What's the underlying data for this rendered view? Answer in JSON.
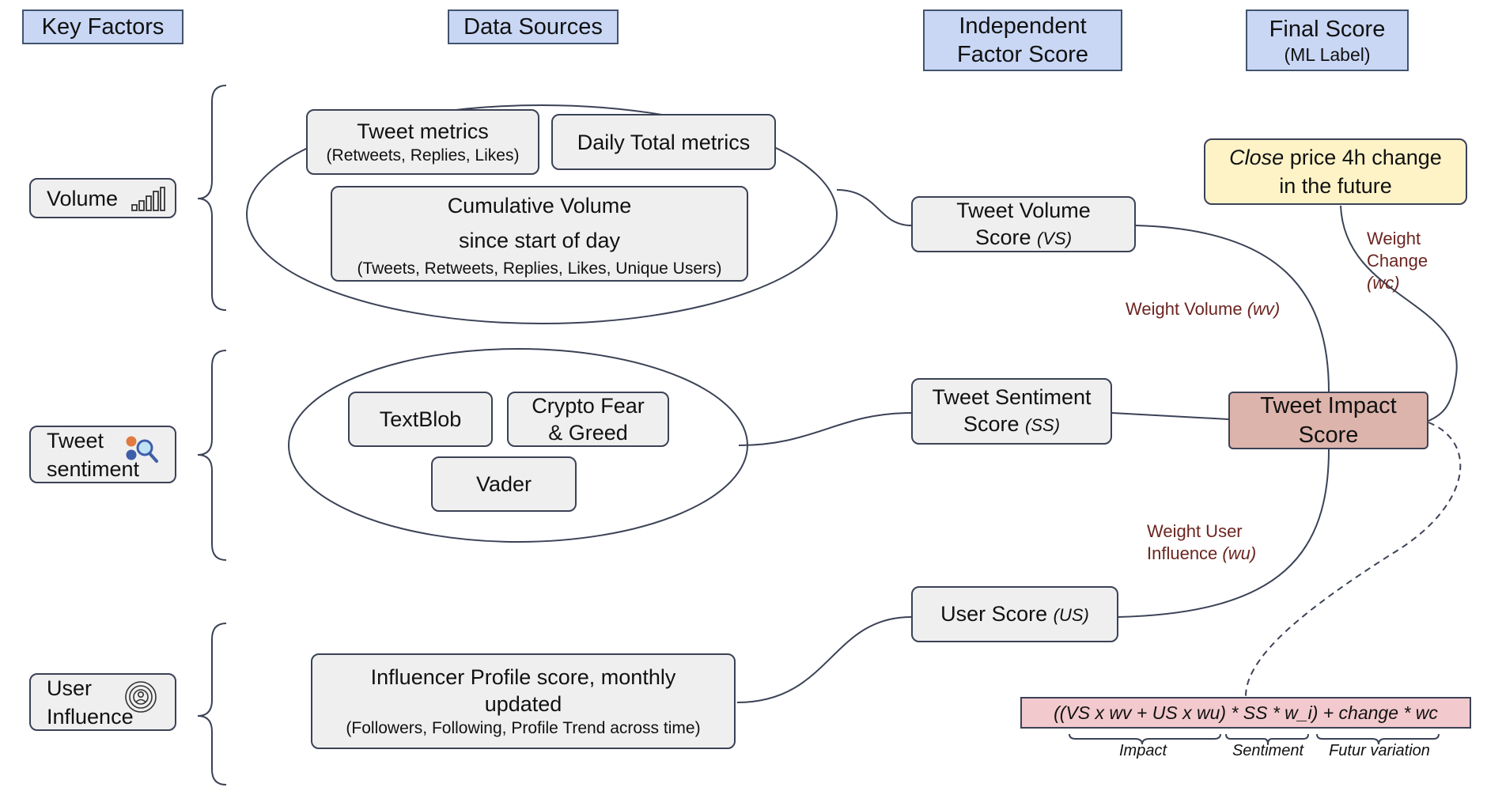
{
  "headers": {
    "key_factors": "Key Factors",
    "data_sources": "Data Sources",
    "independent_line1": "Independent",
    "independent_line2": "Factor Score",
    "final_line1": "Final Score",
    "final_line2": "(ML Label)"
  },
  "factors": {
    "volume": "Volume",
    "sentiment_line1": "Tweet",
    "sentiment_line2": "sentiment",
    "influence_line1": "User",
    "influence_line2": "Influence"
  },
  "sources": {
    "tweet_metrics": "Tweet metrics",
    "tweet_metrics_detail": "(Retweets, Replies, Likes)",
    "daily_total": "Daily Total metrics",
    "cumulative_line1": "Cumulative Volume",
    "cumulative_line2": "since start of day",
    "cumulative_detail": "(Tweets, Retweets, Replies, Likes, Unique Users)",
    "textblob": "TextBlob",
    "fear_line1": "Crypto Fear",
    "fear_line2": "& Greed",
    "vader": "Vader",
    "influencer_line1": "Influencer Profile score, monthly",
    "influencer_line2": "updated",
    "influencer_detail": "(Followers, Following, Profile Trend across time)"
  },
  "scores": {
    "volume_line1": "Tweet Volume",
    "volume_line2": "Score",
    "volume_abbr": "(VS)",
    "sentiment_line1": "Tweet Sentiment",
    "sentiment_line2": "Score",
    "sentiment_abbr": "(SS)",
    "user": "User Score",
    "user_abbr": "(US)"
  },
  "final": {
    "close_italic": "Close",
    "close_rest": " price 4h change",
    "close_line2": "in the future",
    "impact_line1": "Tweet Impact",
    "impact_line2": "Score"
  },
  "weights": {
    "change": "Weight Change",
    "change_abbr": "(wc)",
    "volume": "Weight Volume",
    "volume_abbr": "(wv)",
    "user_line1": "Weight User",
    "user_line2": "Influence",
    "user_abbr": "(wu)"
  },
  "formula": {
    "text": "((VS x wv + US x wu) * SS * w_i) + change * wc",
    "brace_impact": "Impact",
    "brace_sentiment": "Sentiment",
    "brace_future": "Futur variation"
  },
  "colors": {
    "header_bg": "#c9d7f5",
    "box_bg": "#efefef",
    "yellow_bg": "#fdf3c7",
    "impact_bg": "#dcb4ab",
    "formula_bg": "#f2c9cc",
    "weight_text": "#6b2520",
    "line": "#3b4256"
  },
  "icons": {
    "volume": "signal-bars-icon",
    "sentiment": "sentiment-search-icon",
    "influence": "user-target-icon"
  }
}
